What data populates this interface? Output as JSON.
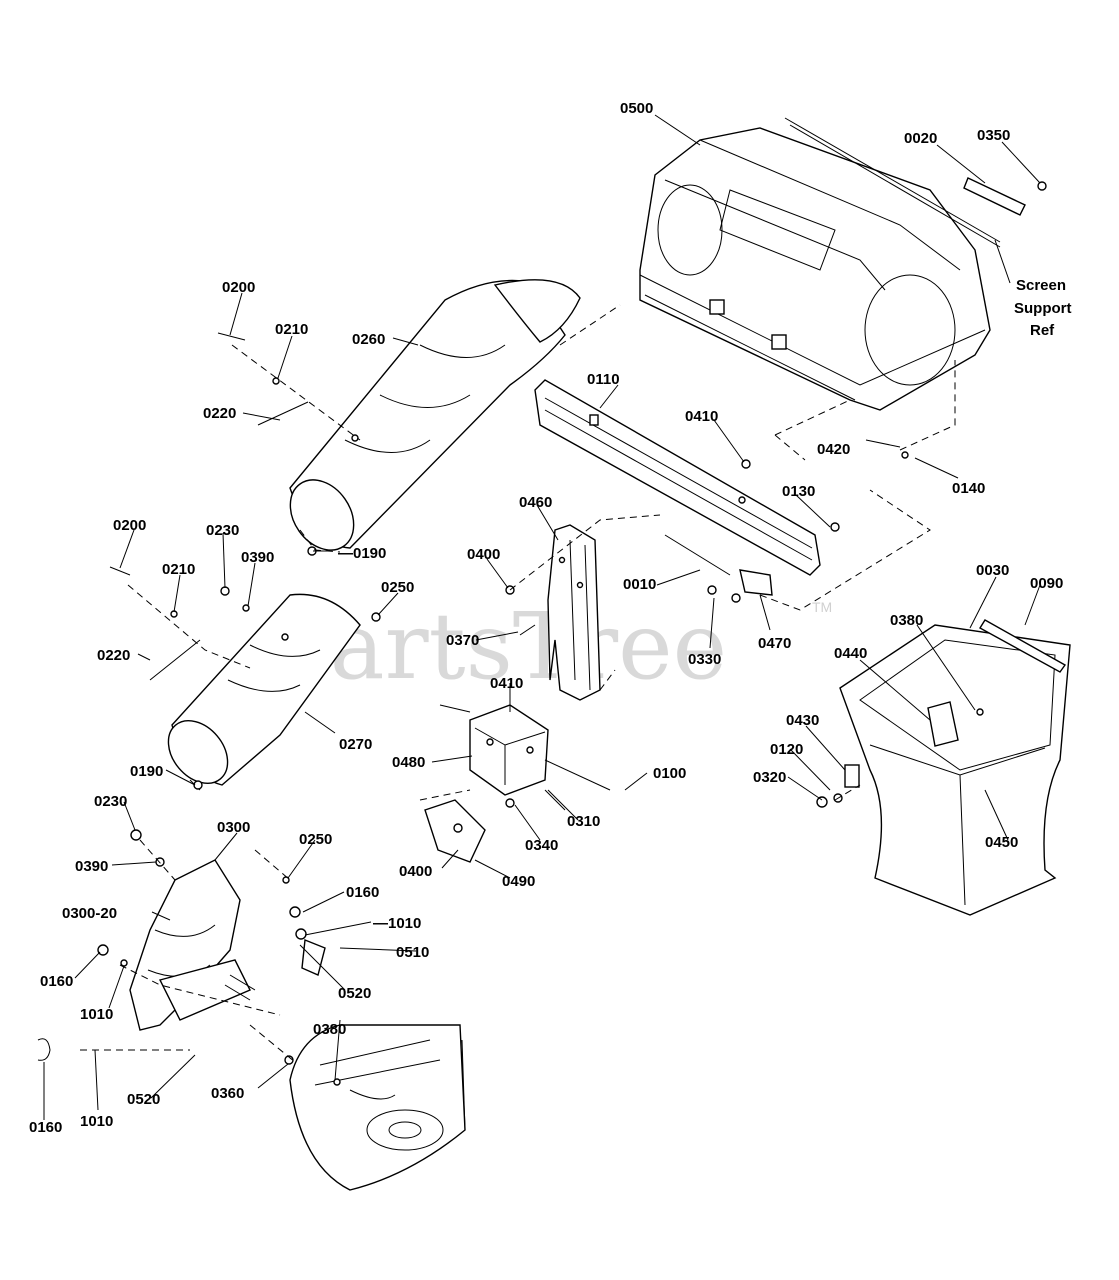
{
  "watermark": {
    "text": "PartsTree",
    "trademark": "TM"
  },
  "labels": {
    "l0500": "0500",
    "l0020": "0020",
    "l0350": "0350",
    "screen_support": {
      "line1": "Screen",
      "line2": "Support",
      "line3": "Ref"
    },
    "l0200": "0200",
    "l0210": "0210",
    "l0260": "0260",
    "l0220": "0220",
    "l0110": "0110",
    "l0410": "0410",
    "l0420": "0420",
    "l0140": "0140",
    "l0130": "0130",
    "l0460": "0460",
    "l0230": "0230",
    "l0190": "0190",
    "l0190_dash": "—0190",
    "l0400": "0400",
    "l0390": "0390",
    "l0030": "0030",
    "l0090": "0090",
    "l0010": "0010",
    "l0250": "0250",
    "l0380": "0380",
    "l0370": "0370",
    "l0470": "0470",
    "l0440": "0440",
    "l0330": "0330",
    "l0430": "0430",
    "l0270": "0270",
    "l0120": "0120",
    "l0480": "0480",
    "l0100": "0100",
    "l0320": "0320",
    "l0310": "0310",
    "l0300": "0300",
    "l0450": "0450",
    "l0340": "0340",
    "l0490": "0490",
    "l0160": "0160",
    "l0300_20": "0300-20",
    "l1010": "1010",
    "l1010_dash": "—1010",
    "l0510": "0510",
    "l0520": "0520",
    "l0360": "0360"
  }
}
